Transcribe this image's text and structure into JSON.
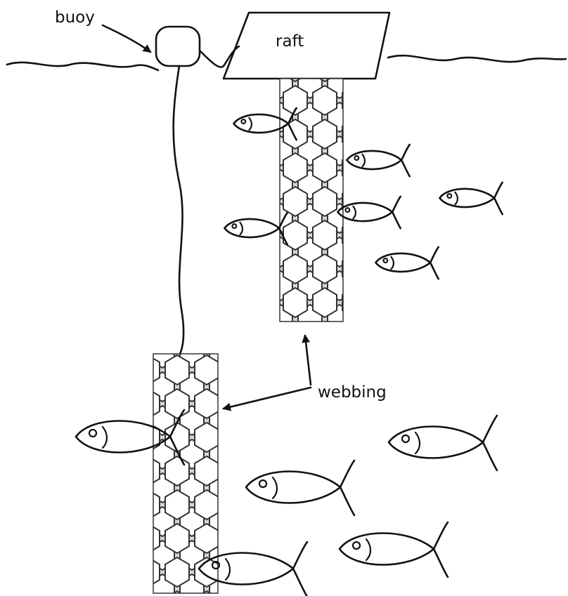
{
  "labels": {
    "buoy": "buoy",
    "raft": "raft",
    "webbing": "webbing"
  },
  "colors": {
    "ink": "#111111",
    "background": "#ffffff"
  }
}
